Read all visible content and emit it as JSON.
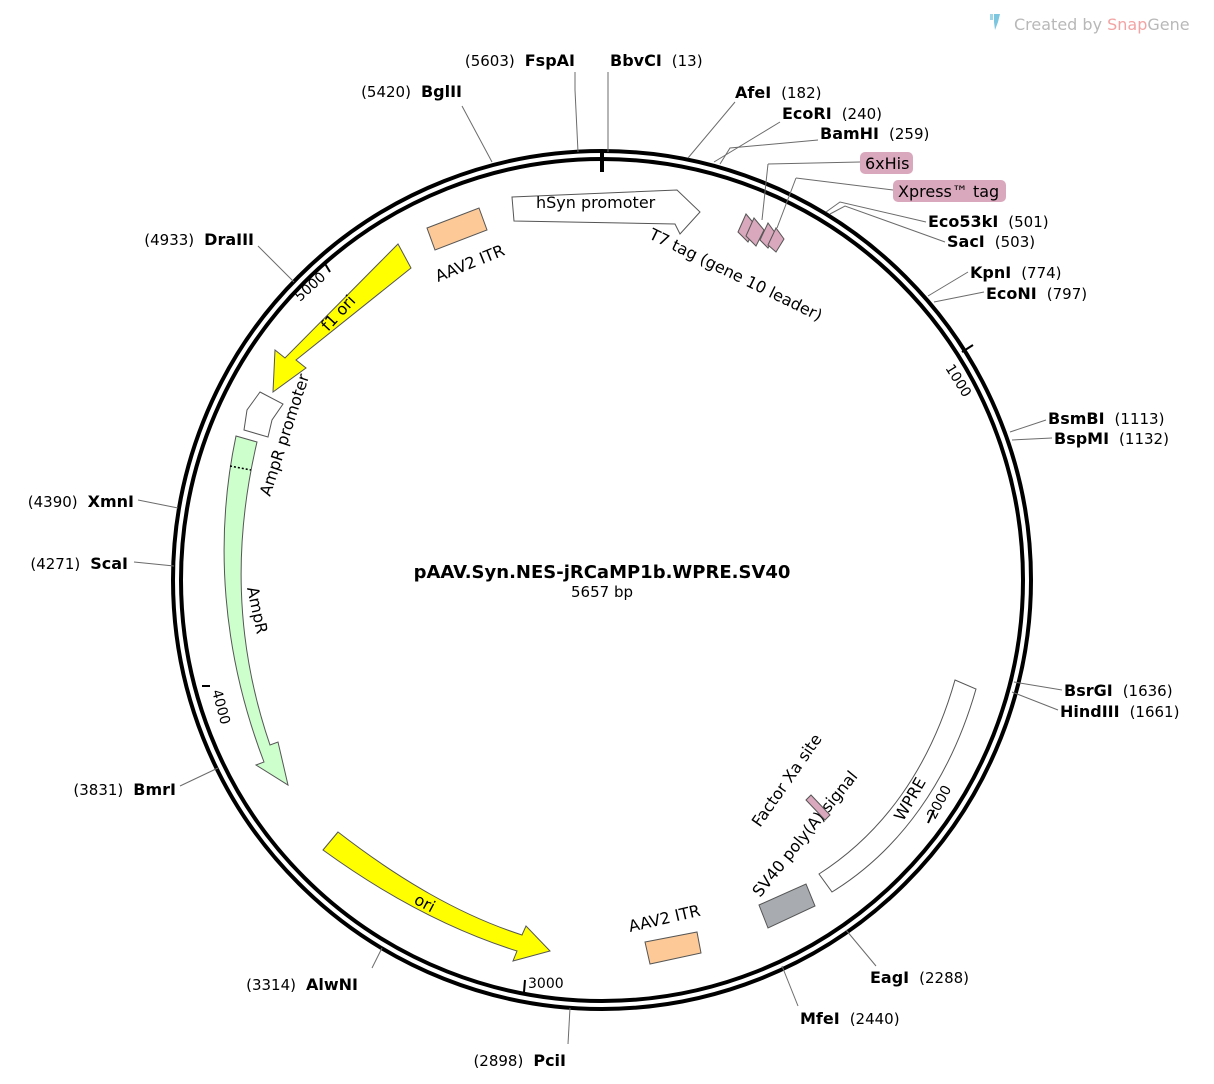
{
  "brand": {
    "prefix": "Created by ",
    "snap": "Snap",
    "gene": "Gene",
    "logo_icon": "snapgene-logo-icon"
  },
  "plasmid": {
    "name": "pAAV.Syn.NES-jRCaMP1b.WPRE.SV40",
    "length_label": "5657 bp",
    "length_bp": 5657
  },
  "ticks": [
    "1000",
    "2000",
    "3000",
    "4000",
    "5000"
  ],
  "sites": [
    {
      "id": "fspai",
      "name": "FspAI",
      "pos": "(5603)"
    },
    {
      "id": "bbvci",
      "name": "BbvCI",
      "pos": "(13)"
    },
    {
      "id": "bglii",
      "name": "BglII",
      "pos": "(5420)"
    },
    {
      "id": "afei",
      "name": "AfeI",
      "pos": "(182)"
    },
    {
      "id": "ecori",
      "name": "EcoRI",
      "pos": "(240)"
    },
    {
      "id": "bamhi",
      "name": "BamHI",
      "pos": "(259)"
    },
    {
      "id": "eco53ki",
      "name": "Eco53kI",
      "pos": "(501)"
    },
    {
      "id": "saci",
      "name": "SacI",
      "pos": "(503)"
    },
    {
      "id": "kpni",
      "name": "KpnI",
      "pos": "(774)"
    },
    {
      "id": "econi",
      "name": "EcoNI",
      "pos": "(797)"
    },
    {
      "id": "bsmbi",
      "name": "BsmBI",
      "pos": "(1113)"
    },
    {
      "id": "bspmi",
      "name": "BspMI",
      "pos": "(1132)"
    },
    {
      "id": "bsrgi",
      "name": "BsrGI",
      "pos": "(1636)"
    },
    {
      "id": "hindiii",
      "name": "HindIII",
      "pos": "(1661)"
    },
    {
      "id": "eagi",
      "name": "EagI",
      "pos": "(2288)"
    },
    {
      "id": "mfei",
      "name": "MfeI",
      "pos": "(2440)"
    },
    {
      "id": "pcii",
      "name": "PciI",
      "pos": "(2898)"
    },
    {
      "id": "alwni",
      "name": "AlwNI",
      "pos": "(3314)"
    },
    {
      "id": "bmri",
      "name": "BmrI",
      "pos": "(3831)"
    },
    {
      "id": "scai",
      "name": "ScaI",
      "pos": "(4271)"
    },
    {
      "id": "xmni",
      "name": "XmnI",
      "pos": "(4390)"
    },
    {
      "id": "draiii",
      "name": "DraIII",
      "pos": "(4933)"
    }
  ],
  "features": {
    "hsyn": "hSyn promoter",
    "aav2_itr_top": "AAV2 ITR",
    "t7_tag": "T7 tag (gene 10 leader)",
    "his": "6xHis",
    "xpress": "Xpress™ tag",
    "f1_ori": "f1 ori",
    "ampr_promoter": "AmpR promoter",
    "ampr": "AmpR",
    "ori": "ori",
    "aav2_itr_bottom": "AAV2 ITR",
    "sv40": "SV40 poly(A) signal",
    "factor_xa": "Factor Xa site",
    "wpre": "WPRE"
  },
  "colors": {
    "aav2_itr": "#fcc997",
    "f1_ori": "#ffff00",
    "ori": "#ffff00",
    "ampr": "#ccffcc",
    "tag": "#d9a8bc",
    "sv40": "#a8acb0",
    "promoter": "#ffffff"
  }
}
